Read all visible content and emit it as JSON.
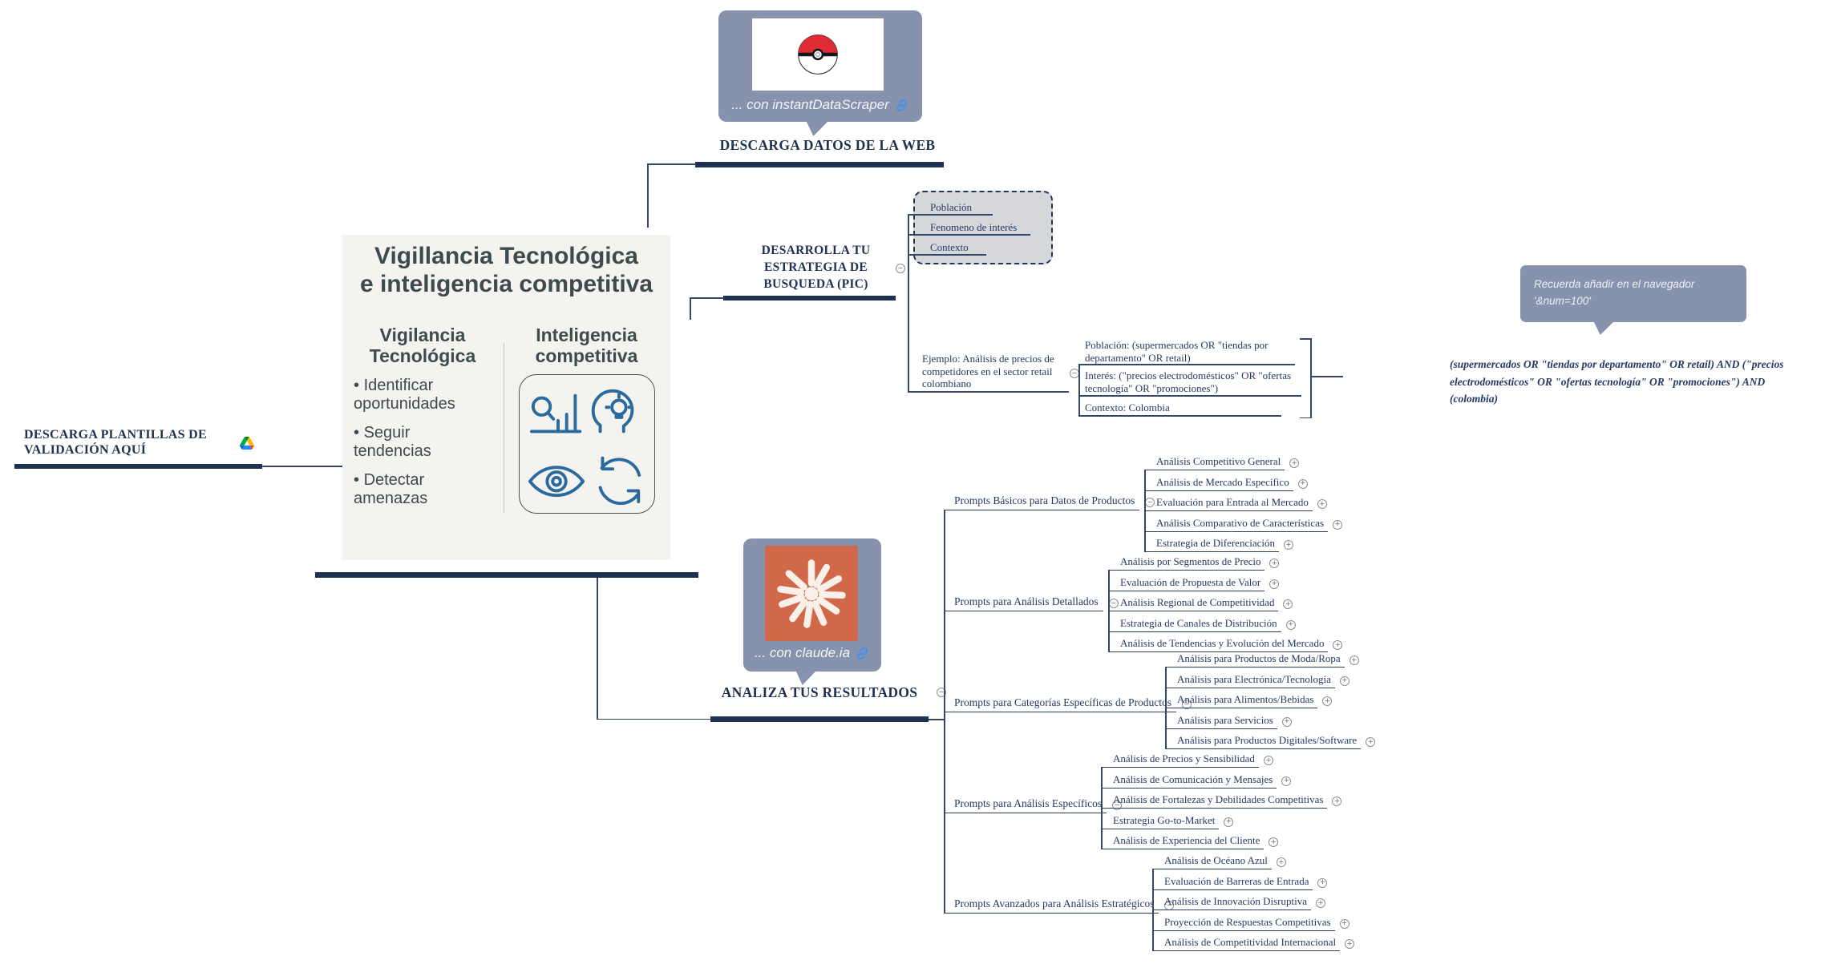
{
  "central": {
    "title_line1": "Vigillancia Tecnológica",
    "title_line2": "e inteligencia competitiva",
    "left": {
      "heading": "Vigilancia Tecnológica",
      "bullets": [
        "Identificar oportunidades",
        "Seguir tendencias",
        "Detectar amenazas"
      ]
    },
    "right": {
      "heading": "Inteligencia competitiva"
    }
  },
  "top_branch": {
    "bubble_caption": "... con instantDataScraper",
    "label": "DESCARGA DATOS DE LA WEB"
  },
  "left_branch": {
    "label": "DESCARGA PLANTILLAS DE VALIDACIÓN AQUÍ"
  },
  "strategy_branch": {
    "label": "DESARROLLA TU ESTRATEGIA DE BUSQUEDA (PIC)",
    "pic_items": [
      "Población",
      "Fenomeno de interés",
      "Contexto"
    ],
    "example_label": "Ejemplo: Análisis de precios de competidores en el sector retail colombiano",
    "example_children": [
      "Población: (supermercados OR \"tiendas por departamento\" OR retail)",
      "Interés: (\"precios electrodomésticos\" OR \"ofertas tecnología\" OR \"promociones\")",
      "Contexto: Colombia"
    ],
    "combined_query": "(supermercados OR \"tiendas por departamento\" OR retail) AND (\"precios electrodomésticos\" OR \"ofertas tecnología\" OR \"promociones\") AND (colombia)",
    "note_line1": "Recuerda añadir  en el navegador",
    "note_line2": "'&num=100'"
  },
  "analyze_branch": {
    "bubble_caption": "... con claude.ia",
    "label": "ANALIZA TUS RESULTADOS",
    "groups": [
      {
        "label": "Prompts Básicos para Datos de Productos",
        "items": [
          "Análisis Competitivo General",
          "Análisis de Mercado Específico",
          "Evaluación para Entrada al Mercado",
          "Análisis Comparativo de Características",
          "Estrategia de Diferenciación"
        ]
      },
      {
        "label": "Prompts para Análisis Detallados",
        "items": [
          "Análisis por Segmentos de Precio",
          "Evaluación de Propuesta de Valor",
          "Análisis Regional de Competitividad",
          "Estrategia de Canales de Distribución",
          "Análisis de Tendencias y Evolución del Mercado"
        ]
      },
      {
        "label": "Prompts para Categorías Específicas de Productos",
        "items": [
          "Análisis para Productos de Moda/Ropa",
          "Análisis para Electrónica/Tecnología",
          "Análisis para Alimentos/Bebidas",
          "Análisis para Servicios",
          "Análisis para Productos Digitales/Software"
        ]
      },
      {
        "label": "Prompts para Análisis Específicos",
        "items": [
          "Análisis de Precios y Sensibilidad",
          "Análisis de Comunicación y Mensajes",
          "Análisis de Fortalezas y Debilidades Competitivas",
          "Estrategia Go-to-Market",
          "Análisis de Experiencia del Cliente"
        ]
      },
      {
        "label": "Prompts Avanzados para Análisis Estratégicos",
        "items": [
          "Análisis de Océano Azul",
          "Evaluación de Barreras de Entrada",
          "Análisis de Innovación Disruptiva",
          "Proyección de Respuestas Competitivas",
          "Análisis de Competitividad Internacional"
        ]
      }
    ]
  },
  "colors": {
    "navy": "#1f3150",
    "bubble_grey": "#8792ac",
    "claude_orange": "#d2684a",
    "link_blue": "#4a90e2",
    "icon_blue": "#2a6a9d",
    "pokeball_red": "#df2b33"
  }
}
